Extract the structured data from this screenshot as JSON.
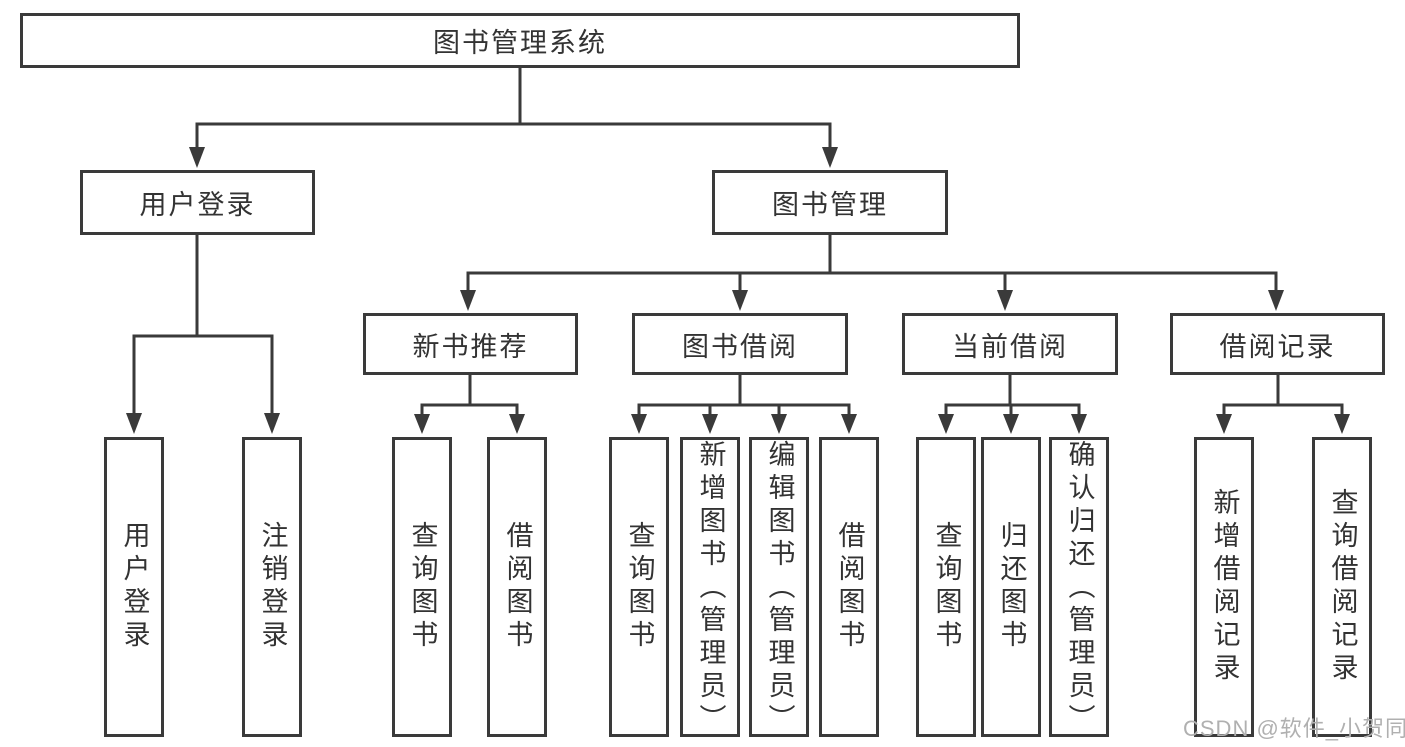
{
  "diagram_title": "图书管理系统",
  "watermark": "CSDN @软件_小贺同学",
  "colors": {
    "line": "#3a3a3a",
    "text": "#333333",
    "box_background": "#ffffff",
    "watermark": "#b0b0b0",
    "background": "#ffffff"
  },
  "tree": {
    "root": {
      "label": "图书管理系统"
    },
    "branches": [
      {
        "label": "用户登录",
        "children": [
          "用户登录",
          "注销登录"
        ]
      },
      {
        "label": "图书管理",
        "children": [
          {
            "label": "新书推荐",
            "children": [
              "查询图书",
              "借阅图书"
            ]
          },
          {
            "label": "图书借阅",
            "children": [
              "查询图书",
              "新增图书（管理员）",
              "编辑图书（管理员）",
              "借阅图书"
            ]
          },
          {
            "label": "当前借阅",
            "children": [
              "查询图书",
              "归还图书",
              "确认归还（管理员）"
            ]
          },
          {
            "label": "借阅记录",
            "children": [
              "新增借阅记录",
              "查询借阅记录"
            ]
          }
        ]
      }
    ]
  }
}
